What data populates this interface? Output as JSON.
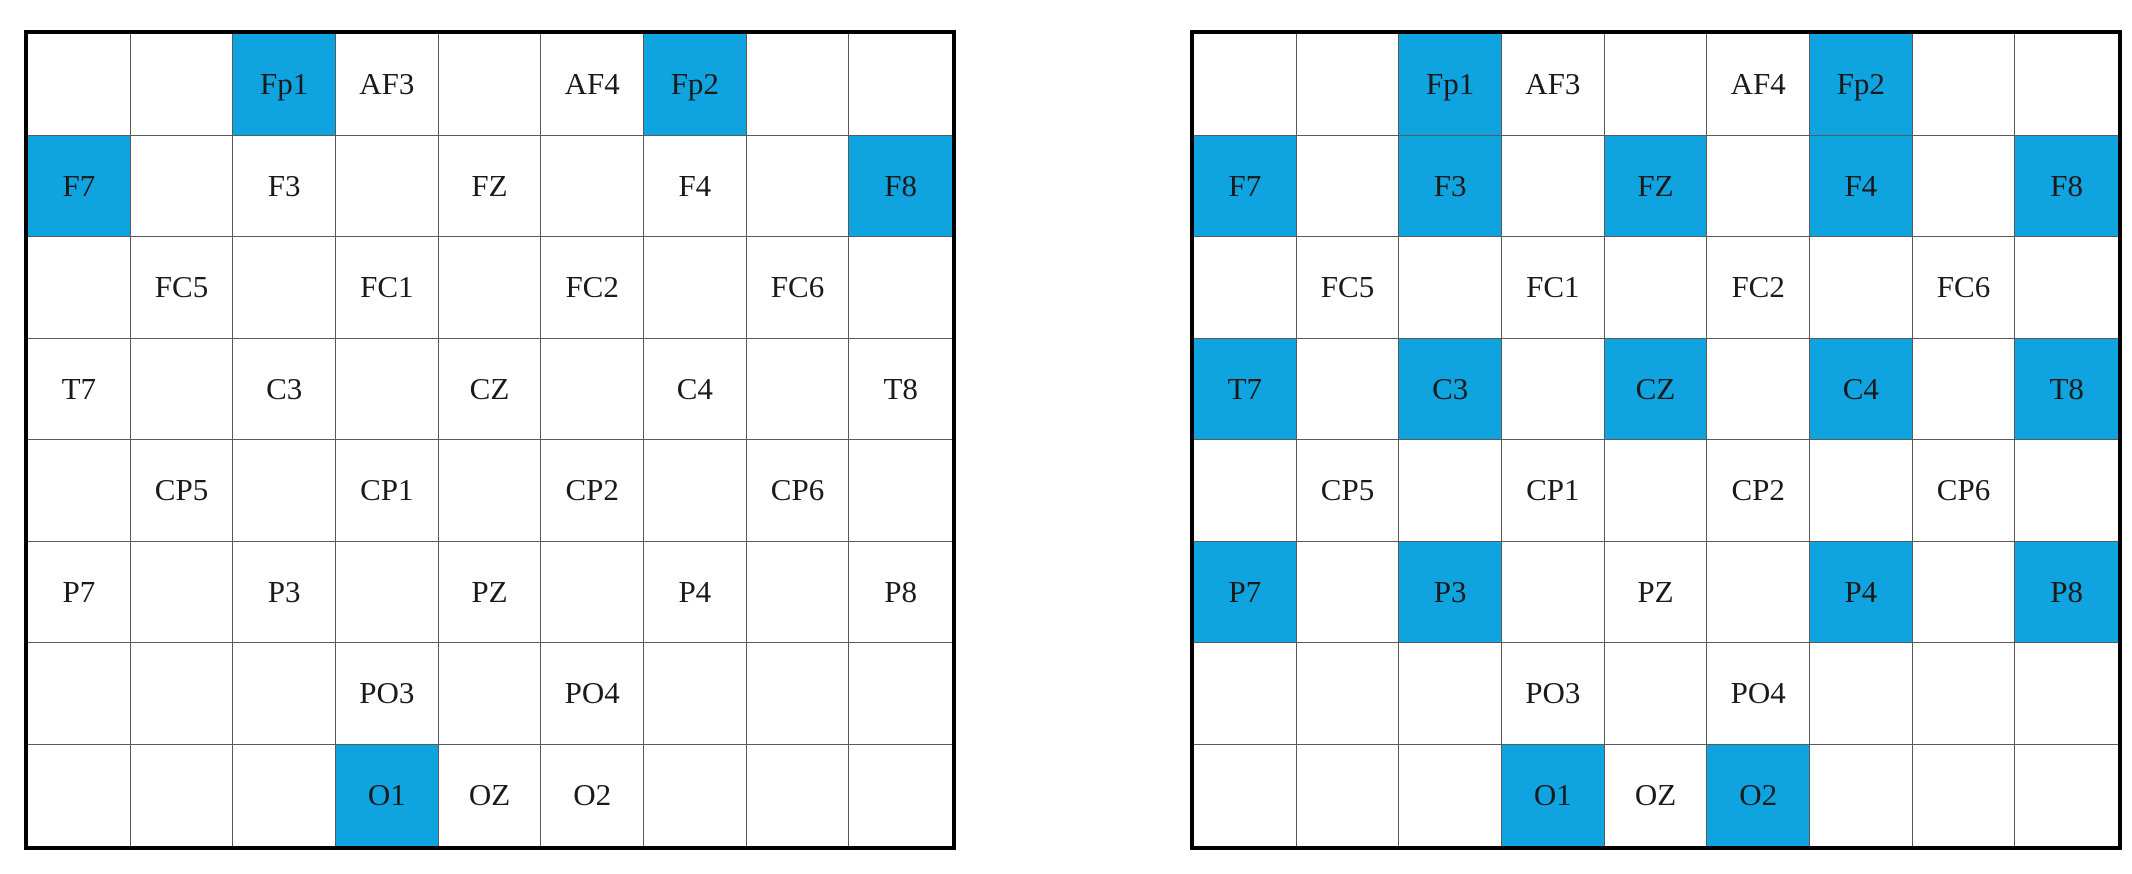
{
  "colors": {
    "highlight": "#0fa3e0",
    "grid_line": "#5a5a5a",
    "frame": "#000000",
    "cell_background": "#ffffff"
  },
  "layout_grid": [
    [
      "",
      "",
      "Fp1",
      "AF3",
      "",
      "AF4",
      "Fp2",
      "",
      ""
    ],
    [
      "F7",
      "",
      "F3",
      "",
      "FZ",
      "",
      "F4",
      "",
      "F8"
    ],
    [
      "",
      "FC5",
      "",
      "FC1",
      "",
      "FC2",
      "",
      "FC6",
      ""
    ],
    [
      "T7",
      "",
      "C3",
      "",
      "CZ",
      "",
      "C4",
      "",
      "T8"
    ],
    [
      "",
      "CP5",
      "",
      "CP1",
      "",
      "CP2",
      "",
      "CP6",
      ""
    ],
    [
      "P7",
      "",
      "P3",
      "",
      "PZ",
      "",
      "P4",
      "",
      "P8"
    ],
    [
      "",
      "",
      "",
      "PO3",
      "",
      "PO4",
      "",
      "",
      ""
    ],
    [
      "",
      "",
      "",
      "O1",
      "OZ",
      "O2",
      "",
      "",
      ""
    ]
  ],
  "panels": [
    {
      "highlighted_electrodes": [
        "Fp1",
        "Fp2",
        "F7",
        "F8",
        "O1"
      ]
    },
    {
      "highlighted_electrodes": [
        "Fp1",
        "Fp2",
        "F7",
        "F3",
        "FZ",
        "F4",
        "F8",
        "T7",
        "C3",
        "CZ",
        "C4",
        "T8",
        "P7",
        "P3",
        "P4",
        "P8",
        "O1",
        "O2"
      ]
    }
  ]
}
